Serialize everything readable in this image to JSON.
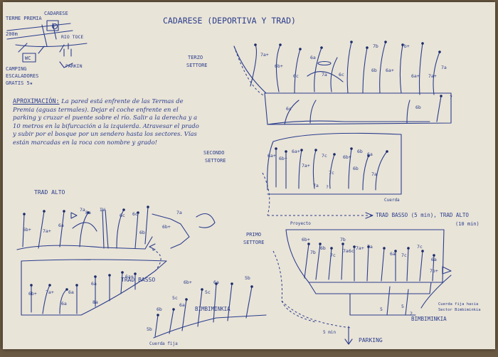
{
  "title": "CADARESE (DEPORTIVA Y TRAD)",
  "map": {
    "terme_premia": "TERME PREMIA",
    "cadarese": "CADARESE",
    "distance": "200m",
    "river": "RIO TOCE",
    "wc": "WC",
    "camping": "CAMPING",
    "climbers": "ESCALADORES",
    "free": "GRATIS 5★",
    "parking": "PARKIN",
    "parking_letter": "P"
  },
  "approach": {
    "heading": "APROXIMACIÓN:",
    "text": "La pared está enfrente de las Termas de Premia (aguas termales). Dejar el coche enfrente en el parking y cruzar el puente sobre el río. Salir a la derecha y a 10 metros en la bifurcación a la izquierda. Atravesar el prado y subir por el bosque por un sendero hasta los sectores. Vías están marcadas en la roca con nombre y grado!"
  },
  "sectors": {
    "terzo": [
      "TERZO",
      "SETTORE"
    ],
    "secondo": [
      "SECONDO",
      "SETTORE"
    ],
    "primo": [
      "PRIMO",
      "SETTORE"
    ],
    "trad_alto": "TRAD ALTO",
    "trad_basso": "TRAD BASSO",
    "bimbiminkia": "BIMBIMINKIA",
    "bimbiminkia_right": "BIMBIMINKIA"
  },
  "paths": {
    "trad_basso_time": "TRAD BASSO (5 min), TRAD ALTO",
    "trad_alto_time": "(10 min)",
    "parking": "PARKING",
    "five_min": "5 min",
    "cuerda": "Cuerda",
    "cuerda_fija": "Cuerda fija",
    "cuerda_fija_right": [
      "Cuerda fija hacia",
      "Sector Bimbiminkia"
    ],
    "primo_label": "Proyecto"
  },
  "grades": {
    "terzo": [
      "7a+",
      "6b+",
      "6c",
      "6a",
      "7a",
      "6c",
      "6b",
      "7b",
      "6a+",
      "7b+",
      "6a+",
      "7a+",
      "7a",
      "6b",
      "7",
      "6c"
    ],
    "secondo": [
      "6a+",
      "6b+",
      "6a+",
      "7a+",
      "7c",
      "6b+",
      "6b",
      "7c",
      "7a",
      "6b",
      "6a",
      "7a",
      "?"
    ],
    "trad_alto": [
      "6b+",
      "7a+",
      "6a",
      "7a",
      "6c",
      "6c",
      "6b",
      "6b+",
      "7a",
      "8a",
      "IV"
    ],
    "trad_basso": [
      "6b+",
      "7a+",
      "6a",
      "8a",
      "6a",
      "6a+",
      "6a"
    ],
    "primo": [
      "6b+",
      "7b",
      "6b",
      "7c",
      "7b",
      "7a",
      "6c",
      "7a+",
      "7a",
      "6a",
      "7c",
      "7c",
      "7b+",
      "6a",
      "5",
      "5",
      "2"
    ],
    "bimbiminkia": [
      "5b",
      "6b",
      "5c",
      "6a",
      "6b+",
      "5c",
      "6a",
      "5b"
    ]
  },
  "colors": {
    "ink": "#2a3d8c",
    "paper": "#e9e4d8",
    "background": "#6b5a43"
  }
}
